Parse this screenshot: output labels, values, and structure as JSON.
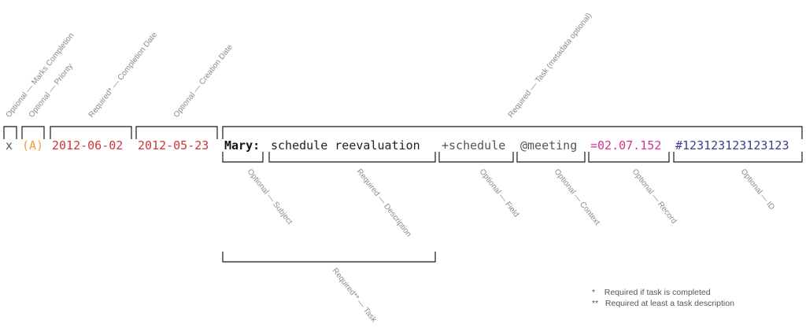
{
  "tokens": {
    "completion_mark": "x",
    "priority": "(A)",
    "completion_date": "2012-06-02",
    "creation_date": "2012-05-23",
    "subject": "Mary:",
    "description": "schedule reevaluation",
    "field": "+schedule",
    "context": "@meeting",
    "record": "=02.07.152",
    "id": "#123123123123123"
  },
  "colors": {
    "completion_mark": "#555555",
    "priority": "#f0a030",
    "dates": "#d0343c",
    "subject": "#111111",
    "description": "#222222",
    "field": "#555555",
    "context": "#555555",
    "record": "#d6338f",
    "id": "#3a3f8a"
  },
  "labels_top": {
    "marks_completion": "Optional — Marks Completion",
    "priority": "Optional — Priority",
    "completion_date": "Required* — Completion Date",
    "creation_date": "Optional — Creation Date",
    "task": "Required — Task (metadata optional)"
  },
  "labels_bottom": {
    "subject": "Optional — Subject",
    "description": "Required — Description",
    "field": "Optional — Field",
    "context": "Optional — Context",
    "record": "Optional — Record",
    "id": "Optional — ID",
    "task_group": "Required** — Task"
  },
  "footnotes": [
    "*    Required if task is completed",
    "**   Required at least a task description"
  ]
}
